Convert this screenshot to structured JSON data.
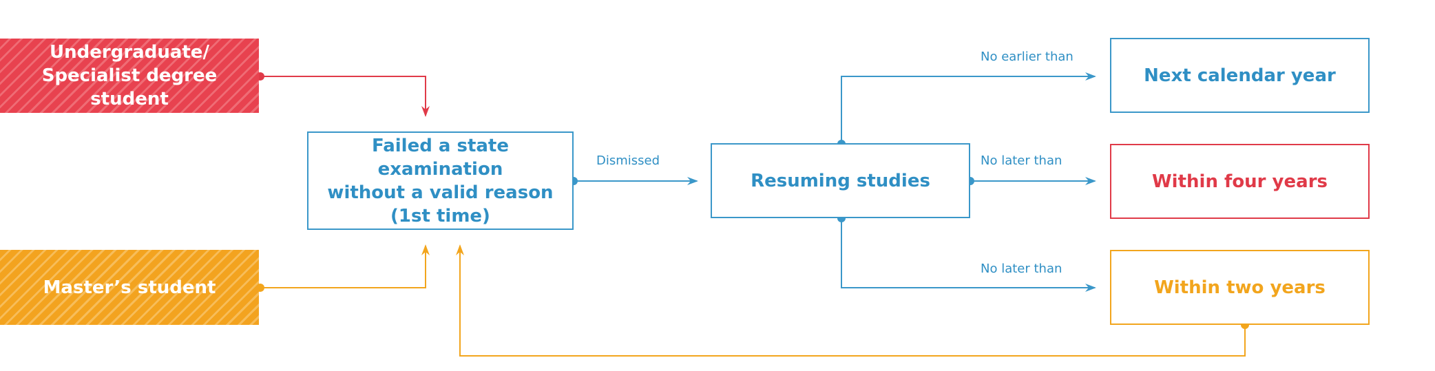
{
  "nodes": {
    "undergraduate": "Undergraduate/\nSpecialist degree student",
    "masters": "Master’s student",
    "failed_exam": "Failed a state examination\nwithout a valid reason\n(1st time)",
    "resuming": "Resuming studies",
    "next_year": "Next calendar year",
    "four_years": "Within four years",
    "two_years": "Within two years"
  },
  "edges": {
    "dismissed": "Dismissed",
    "no_earlier_than": "No earlier than",
    "no_later_than_four": "No later than",
    "no_later_than_two": "No later than"
  },
  "colors": {
    "blue": "#2f8fc4",
    "red": "#e03a48",
    "orange": "#f2a51d"
  }
}
